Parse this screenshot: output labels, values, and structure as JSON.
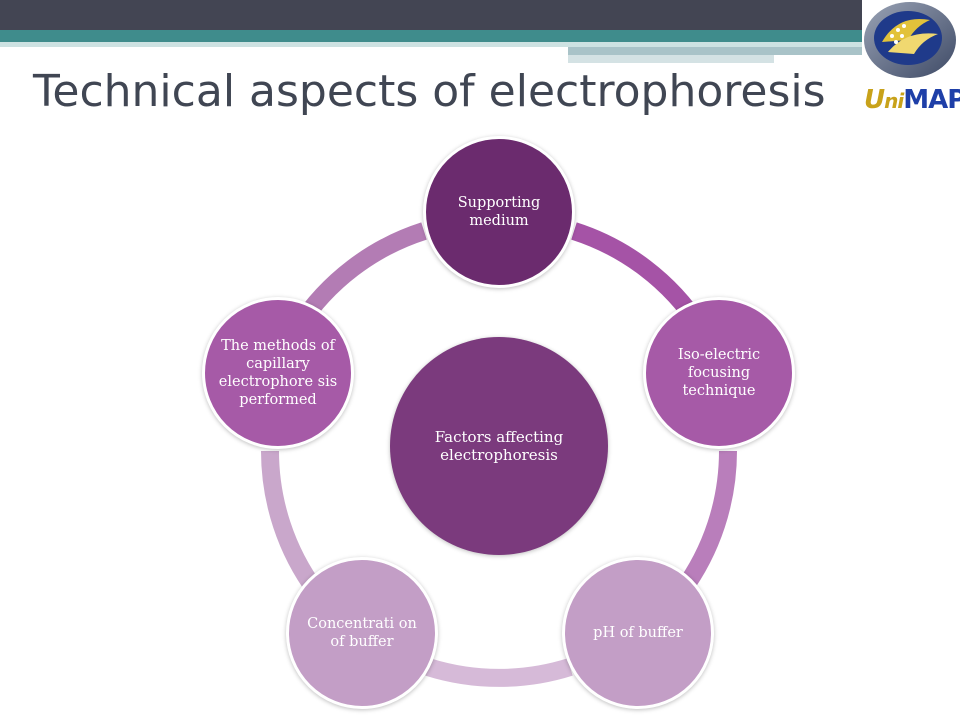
{
  "slide": {
    "title": "Technical aspects of electrophoresis"
  },
  "logo": {
    "text": "UniMAP",
    "colors": {
      "blue": "#1e3fa8",
      "gold": "#c8a21a"
    }
  },
  "diagram": {
    "center": "Factors affecting electrophoresis",
    "nodes": [
      "Supporting medium",
      "Iso-electric focusing technique",
      "pH of buffer",
      "Concentrati on of buffer",
      "The methods of capillary electrophore sis performed"
    ]
  },
  "colors": {
    "header_dark": "#434553",
    "header_teal": "#3f8c8c",
    "center_fill": "#7b3a7d",
    "node_dark": "#6b2b6e",
    "node_mid": "#a65aa7",
    "node_light": "#c39ec6"
  }
}
